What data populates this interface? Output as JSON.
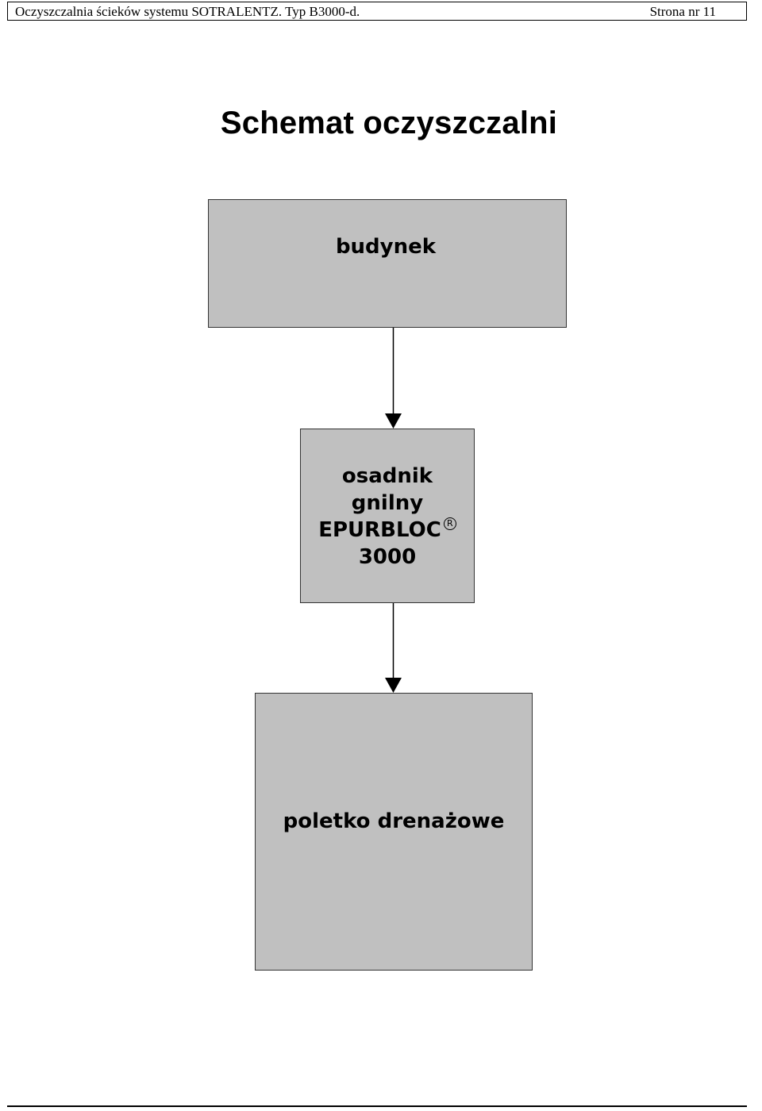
{
  "header": {
    "left_text": "Oczyszczalnia ścieków systemu SOTRALENTZ. Typ B3000-d.",
    "right_text": "Strona nr 11"
  },
  "title": "Schemat oczyszczalni",
  "diagram": {
    "nodes": [
      {
        "id": "building",
        "label": "budynek"
      },
      {
        "id": "tank",
        "lines": [
          "osadnik",
          "gnilny",
          "EPURBLOC",
          "3000"
        ],
        "reg_mark": "R"
      },
      {
        "id": "field",
        "label": "poletko drenażowe"
      }
    ],
    "edges": [
      {
        "from": "building",
        "to": "tank"
      },
      {
        "from": "tank",
        "to": "field"
      }
    ],
    "colors": {
      "box_fill": "#c0c0c0",
      "box_border": "#333333",
      "arrow": "#000000"
    }
  }
}
